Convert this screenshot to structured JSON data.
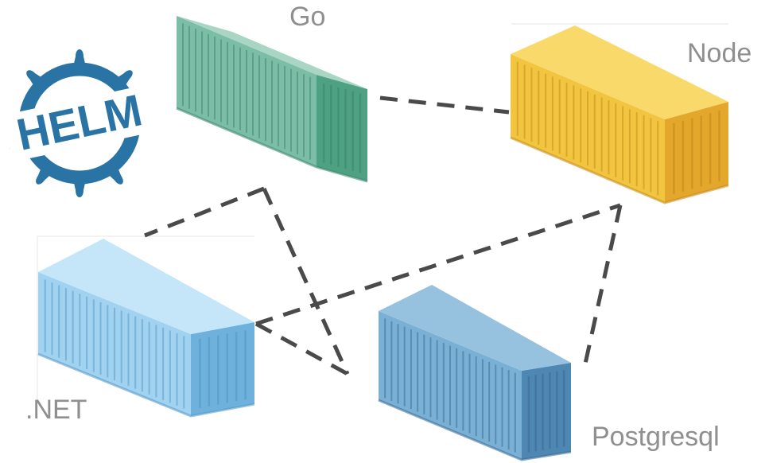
{
  "logo": {
    "text": "HELM",
    "icon": "helm-wheel-icon",
    "color": "#2a74a5"
  },
  "containers": [
    {
      "id": "go",
      "label": "Go",
      "top": "#a9d6c4",
      "front": "#7bbda6",
      "side": "#4ea283",
      "rib": "#3f8a70"
    },
    {
      "id": "node",
      "label": "Node",
      "top": "#f8d96a",
      "front": "#f1c53f",
      "side": "#e3a72c",
      "rib": "#c98e1c"
    },
    {
      "id": "net",
      "label": ".NET",
      "top": "#c5e5f8",
      "front": "#a1d2f0",
      "side": "#6fb1dd",
      "rib": "#5a9bc8"
    },
    {
      "id": "postgres",
      "label": "Postgresql",
      "top": "#97c2df",
      "front": "#7ab0d4",
      "side": "#4f87b3",
      "rib": "#3d709b"
    }
  ],
  "connections": [
    {
      "from": "go",
      "to": "node"
    },
    {
      "from": "go",
      "to": "net"
    },
    {
      "from": "go",
      "to": "postgres"
    },
    {
      "from": "net",
      "to": "node"
    },
    {
      "from": "net",
      "to": "postgres"
    },
    {
      "from": "node",
      "to": "postgres"
    }
  ],
  "line_color": "#4a4a4a"
}
